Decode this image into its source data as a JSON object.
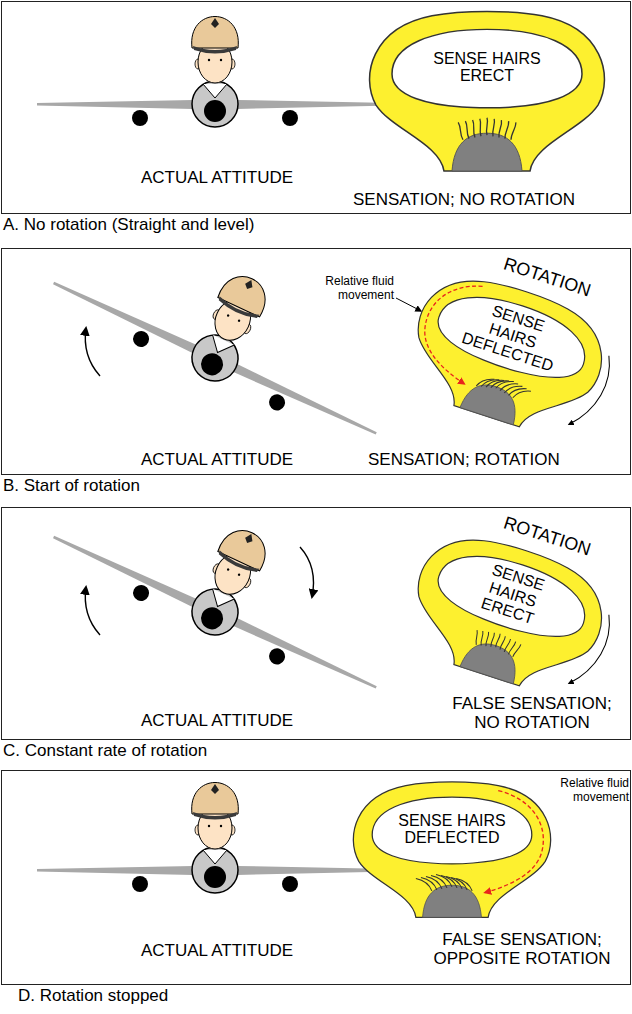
{
  "diagram": {
    "nodes": [
      {
        "text": [
          "A. No rotation (Straight and level)",
          "ACTUAL ATTITUDE",
          "SENSATION; NO ROTATION"
        ]
      },
      {
        "text": [
          "SENSE HAIRS ERECT"
        ],
        "in": 0
      },
      {
        "text": [
          "B. Start of rotation",
          "ACTUAL ATTITUDE",
          "SENSATION; ROTATION"
        ]
      },
      {
        "text": [
          "SENSE HAIRS DEFLECTED"
        ],
        "in": 2
      },
      {
        "text": [
          "C. Constant rate of rotation",
          "ACTUAL ATTITUDE",
          "FALSE SENSATION; NO ROTATION"
        ]
      },
      {
        "text": [
          "SENSE HAIRS ERECT"
        ],
        "in": 4
      },
      {
        "text": [
          "D. Rotation stopped",
          "ACTUAL ATTITUDE",
          "FALSE SENSATION; OPPOSITE ROTATION"
        ]
      },
      {
        "text": [
          "SENSE HAIRS DEFLECTED"
        ],
        "in": 6
      }
    ],
    "labels": [
      "Relative fluid movement",
      "ROTATION",
      "ROTATION",
      "Relative fluid movement"
    ]
  }
}
